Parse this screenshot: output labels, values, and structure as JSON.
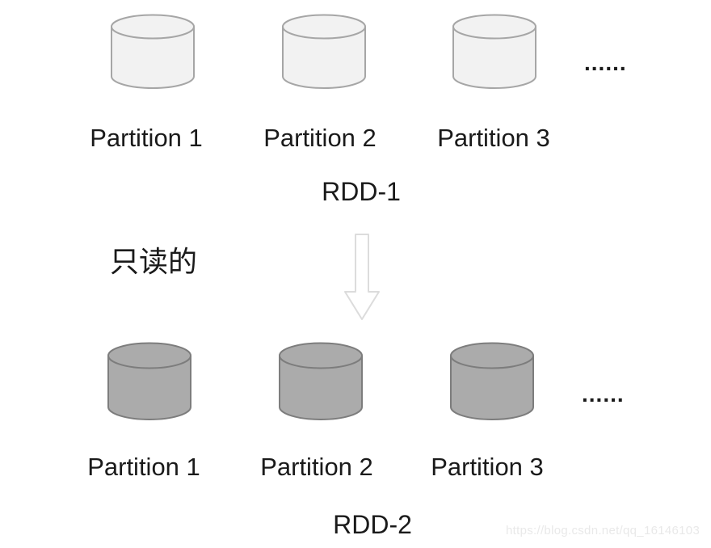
{
  "colors": {
    "background": "#ffffff",
    "text": "#1a1a1a",
    "cylinder_light_fill": "#f2f2f2",
    "cylinder_light_stroke": "#a6a6a6",
    "cylinder_dark_fill": "#ababab",
    "cylinder_dark_stroke": "#7d7d7d",
    "arrow_fill": "#ffffff",
    "arrow_stroke": "#dcdcdc",
    "watermark": "#e9e9e9"
  },
  "rdd1": {
    "label": "RDD-1",
    "partitions": [
      "Partition 1",
      "Partition 2",
      "Partition 3"
    ],
    "ellipsis": "......"
  },
  "transform": {
    "readonly_label": "只读的",
    "arrow_icon": "down-arrow"
  },
  "rdd2": {
    "label": "RDD-2",
    "partitions": [
      "Partition 1",
      "Partition 2",
      "Partition 3"
    ],
    "ellipsis": "......"
  },
  "watermark": {
    "text": "https://blog.csdn.net/qq_16146103"
  }
}
